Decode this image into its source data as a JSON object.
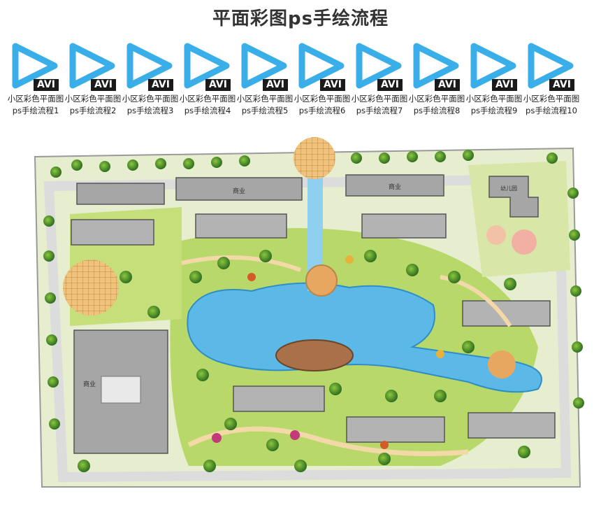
{
  "page": {
    "title": "平面彩图ps手绘流程"
  },
  "colors": {
    "play_icon": "#3aaee8",
    "badge_bg": "#1a1a1a",
    "water": "#5cb8e6",
    "grass": "#b9d86a",
    "tree": "#3f8a2c",
    "building": "#a6a6a6",
    "plaza": "#e8a760"
  },
  "files": [
    {
      "icon": "play-video-icon",
      "badge": "AVI",
      "label": "小区彩色平面图ps手绘流程1"
    },
    {
      "icon": "play-video-icon",
      "badge": "AVI",
      "label": "小区彩色平面图ps手绘流程2"
    },
    {
      "icon": "play-video-icon",
      "badge": "AVI",
      "label": "小区彩色平面图ps手绘流程3"
    },
    {
      "icon": "play-video-icon",
      "badge": "AVI",
      "label": "小区彩色平面图ps手绘流程4"
    },
    {
      "icon": "play-video-icon",
      "badge": "AVI",
      "label": "小区彩色平面图ps手绘流程5"
    },
    {
      "icon": "play-video-icon",
      "badge": "AVI",
      "label": "小区彩色平面图ps手绘流程6"
    },
    {
      "icon": "play-video-icon",
      "badge": "AVI",
      "label": "小区彩色平面图ps手绘流程7"
    },
    {
      "icon": "play-video-icon",
      "badge": "AVI",
      "label": "小区彩色平面图ps手绘流程8"
    },
    {
      "icon": "play-video-icon",
      "badge": "AVI",
      "label": "小区彩色平面图ps手绘流程9"
    },
    {
      "icon": "play-video-icon",
      "badge": "AVI",
      "label": "小区彩色平面图ps手绘流程10"
    }
  ],
  "plan": {
    "labels": {
      "commercial_top_left": "商业",
      "commercial_top_right": "商业",
      "commercial_large": "商业",
      "kindergarten": "幼儿园"
    }
  }
}
